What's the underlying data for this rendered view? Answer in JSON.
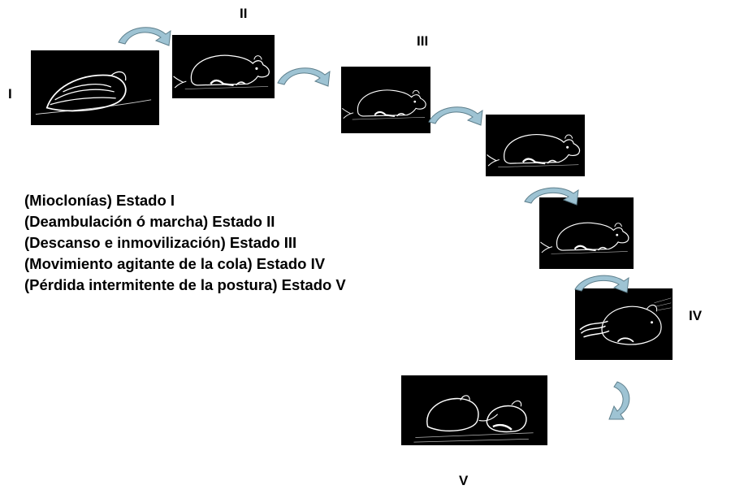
{
  "stage_labels": {
    "i": "I",
    "ii": "II",
    "iii": "III",
    "iv": "IV",
    "v": "V"
  },
  "legend": [
    "(Mioclonías) Estado I",
    "(Deambulación ó marcha) Estado II",
    "(Descanso e inmovilización) Estado III",
    "(Movimiento agitante de la cola) Estado IV",
    "(Pérdida intermitente de la postura) Estado V"
  ],
  "colors": {
    "frame_bg": "#000000",
    "arrow_fill": "#9ec3d3",
    "arrow_stroke": "#5e7f8c",
    "text": "#000000"
  },
  "icons": {
    "frame": "mouse-drawing-icon",
    "arrow": "curved-arrow-icon"
  }
}
